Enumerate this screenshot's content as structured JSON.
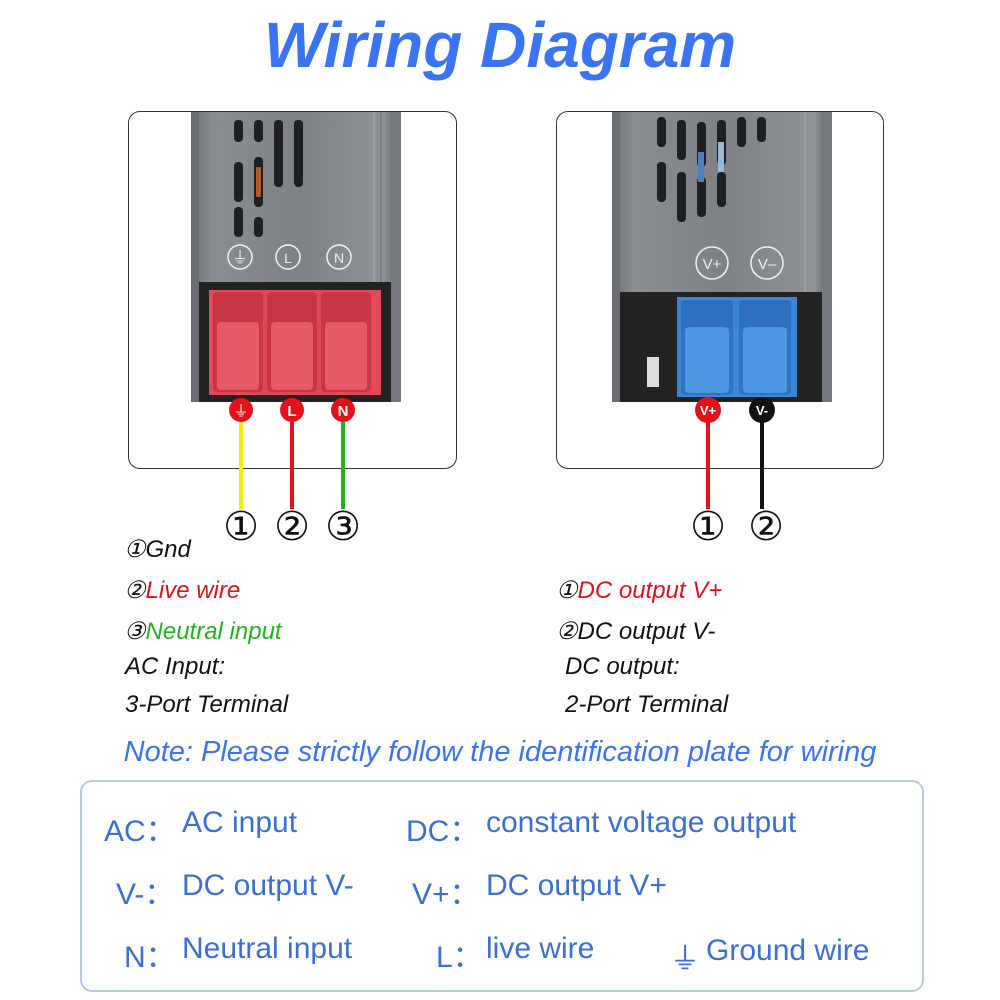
{
  "title": "Wiring Diagram",
  "left": {
    "plate_symbols": [
      "⏚",
      "L",
      "N"
    ],
    "terminal_badges": [
      "⏚",
      "L",
      "N"
    ],
    "numbers": [
      "①",
      "②",
      "③"
    ],
    "items": [
      {
        "num": "①",
        "text": "Gnd"
      },
      {
        "num": "②",
        "text": "Live wire"
      },
      {
        "num": "③",
        "text": "Neutral input"
      }
    ],
    "caption1": "AC Input:",
    "caption2": "3-Port Terminal"
  },
  "right": {
    "plate_symbols": [
      "V+",
      "V–"
    ],
    "terminal_badges": [
      "V+",
      "V-"
    ],
    "numbers": [
      "①",
      "②"
    ],
    "items": [
      {
        "num": "①",
        "text": "DC output V+"
      },
      {
        "num": "②",
        "text": "DC output V-"
      }
    ],
    "caption1": "DC output:",
    "caption2": "2-Port Terminal"
  },
  "note": "Note: Please strictly follow the identification plate for wiring",
  "legend": {
    "ac_key": "AC：",
    "ac_val": "AC input",
    "dc_key": "DC：",
    "dc_val": "constant voltage output",
    "vminus_key": "V-：",
    "vminus_val": "DC output V-",
    "vplus_key": "V+：",
    "vplus_val": "DC output V+",
    "n_key": "N：",
    "n_val": "Neutral input",
    "l_key": "L：",
    "l_val": "live wire",
    "ground_symbol": "⏚",
    "ground_val": "Ground wire"
  },
  "colors": {
    "title": "#3a74f2",
    "red": "#e5111a",
    "green": "#1fb51f",
    "yellow": "#f2ea0f",
    "black": "#111111",
    "blue_terminal": "#3c86d6",
    "red_terminal": "#e04a57"
  }
}
